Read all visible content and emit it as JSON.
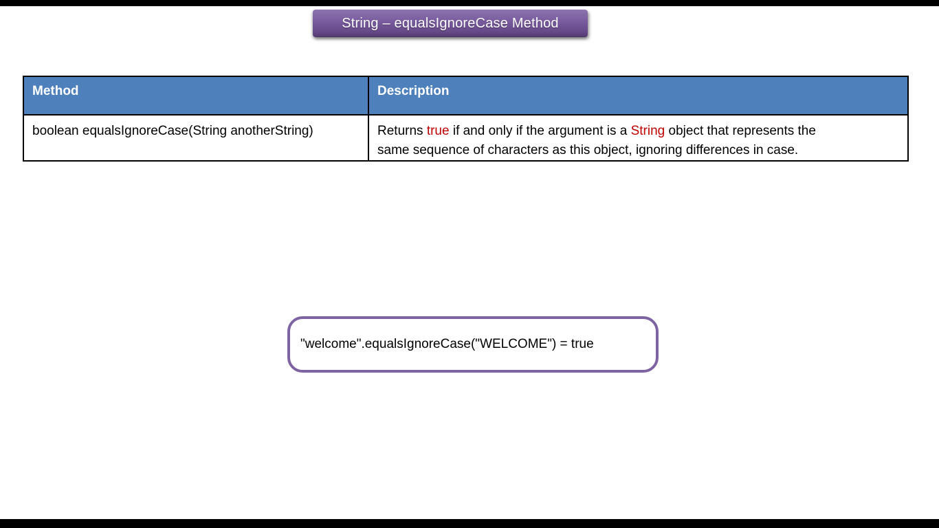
{
  "slide": {
    "title": "String – equalsIgnoreCase Method"
  },
  "table": {
    "headers": [
      {
        "label": "Method"
      },
      {
        "label": "Description"
      }
    ],
    "row": {
      "method": "boolean equalsIgnoreCase(String anotherString)",
      "description": {
        "line1": [
          {
            "text": "Returns "
          },
          {
            "text": "true",
            "highlight": true
          },
          {
            "text": " if and only if the argument is a "
          },
          {
            "text": "String",
            "highlight": true
          },
          {
            "text": " object that represents the"
          }
        ],
        "line2": "same sequence of characters as this object, ignoring differences in case."
      }
    }
  },
  "example": {
    "code": "\"welcome\".equalsIgnoreCase(\"WELCOME\") = true"
  },
  "colors": {
    "table_header_bg": "#4e80bc",
    "banner_purple": "#7a5da0",
    "highlight_red": "#c00000",
    "example_border": "#7e63a3"
  }
}
